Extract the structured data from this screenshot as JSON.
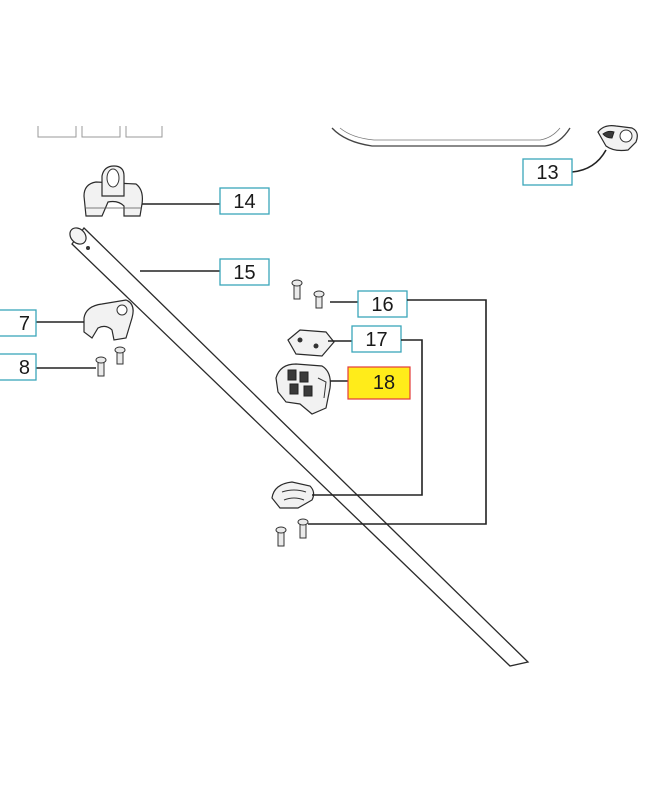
{
  "labels": {
    "l13": "13",
    "l14": "14",
    "l15": "15",
    "l16": "16",
    "l17": "17",
    "l18": "18",
    "l7": "7",
    "l8": "8"
  },
  "colors": {
    "label_border": "#3aa6b9",
    "highlight_fill": "#ffec1a",
    "highlight_border": "#e23b3b"
  }
}
